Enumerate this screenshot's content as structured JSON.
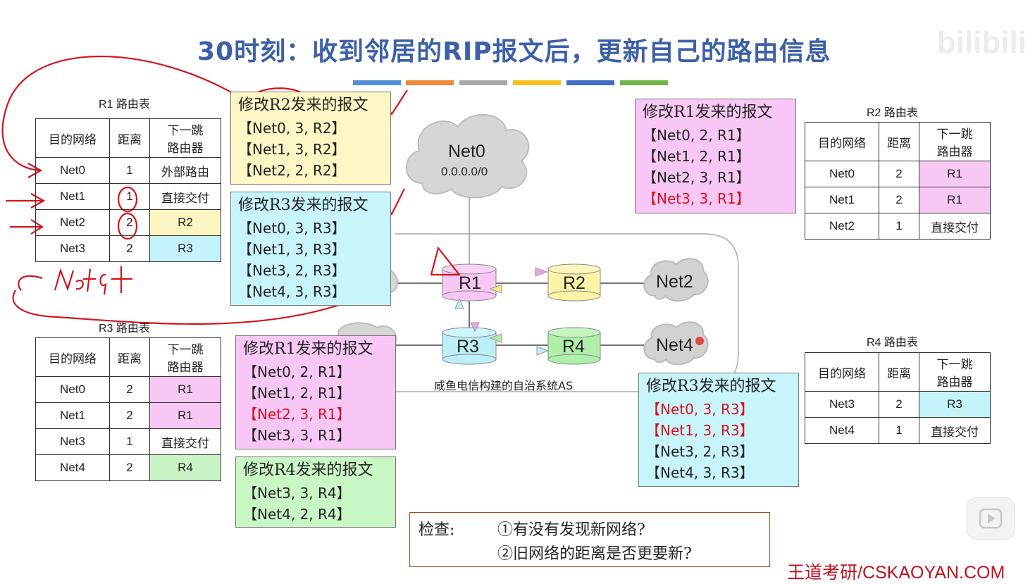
{
  "title": "30时刻：收到邻居的RIP报文后，更新自己的路由信息",
  "watermark": "bilibili",
  "colors": {
    "title": "#3d5fa8",
    "red": "#d8111b",
    "pink": "#f8c8f5",
    "yellow": "#fbf6c2",
    "cyan": "#c5f3fb",
    "green": "#c9f5c6"
  },
  "table_headers": {
    "dest": "目的网络",
    "dist": "距离",
    "hop_line1": "下一跳",
    "hop_line2": "路由器"
  },
  "r1_table": {
    "caption": "R1 路由表",
    "rows": [
      {
        "dest": "Net0",
        "dist": "1",
        "hop": "外部路由"
      },
      {
        "dest": "Net1",
        "dist": "1",
        "hop": "直接交付"
      },
      {
        "dest": "Net2",
        "dist": "2",
        "hop": "R2"
      },
      {
        "dest": "Net3",
        "dist": "2",
        "hop": "R3"
      }
    ]
  },
  "r2_table": {
    "caption": "R2 路由表",
    "rows": [
      {
        "dest": "Net0",
        "dist": "2",
        "hop": "R1"
      },
      {
        "dest": "Net1",
        "dist": "2",
        "hop": "R1"
      },
      {
        "dest": "Net2",
        "dist": "1",
        "hop": "直接交付"
      }
    ]
  },
  "r3_table": {
    "caption": "R3 路由表",
    "rows": [
      {
        "dest": "Net0",
        "dist": "2",
        "hop": "R1"
      },
      {
        "dest": "Net1",
        "dist": "2",
        "hop": "R1"
      },
      {
        "dest": "Net3",
        "dist": "1",
        "hop": "直接交付"
      },
      {
        "dest": "Net4",
        "dist": "2",
        "hop": "R4"
      }
    ]
  },
  "r4_table": {
    "caption": "R4 路由表",
    "rows": [
      {
        "dest": "Net3",
        "dist": "2",
        "hop": "R3"
      },
      {
        "dest": "Net4",
        "dist": "1",
        "hop": "直接交付"
      }
    ]
  },
  "msg_r1_from_r2": {
    "title": "修改R2发来的报文",
    "lines": [
      "【Net0, 3, R2】",
      "【Net1, 3, R2】",
      "【Net2, 2, R2】"
    ]
  },
  "msg_r1_from_r3": {
    "title": "修改R3发来的报文",
    "lines": [
      "【Net0, 3, R3】",
      "【Net1, 3, R3】",
      "【Net3, 2, R3】",
      "【Net4, 3, R3】"
    ]
  },
  "msg_r2_from_r1": {
    "title": "修改R1发来的报文",
    "lines": [
      "【Net0, 2, R1】",
      "【Net1, 2, R1】",
      "【Net2, 3, R1】",
      "【Net3, 3, R1】"
    ]
  },
  "msg_r3_from_r1": {
    "title": "修改R1发来的报文",
    "lines": [
      "【Net0, 2, R1】",
      "【Net1, 2, R1】",
      "【Net2, 3, R1】",
      "【Net3, 3, R1】"
    ]
  },
  "msg_r3_from_r4": {
    "title": "修改R4发来的报文",
    "lines": [
      "【Net3, 3, R4】",
      "【Net4, 2, R4】"
    ]
  },
  "msg_r4_from_r3": {
    "title": "修改R3发来的报文",
    "lines": [
      "【Net0, 3, R3】",
      "【Net1, 3, R3】",
      "【Net3, 2, R3】",
      "【Net4, 3, R3】"
    ]
  },
  "network": {
    "net0_name": "Net0",
    "net0_addr": "0.0.0.0/0",
    "net2": "Net2",
    "net4": "Net4",
    "r1": "R1",
    "r2": "R2",
    "r3": "R3",
    "r4": "R4",
    "as_label": "咸鱼电信构建的自治系统AS"
  },
  "check": {
    "label": "检查:",
    "item1": "①有没有发现新网络?",
    "item2": "②旧网络的距离是否更要新?"
  },
  "handwriting": "Net4 +",
  "footer": "王道考研/CSKAOYAN.COM"
}
